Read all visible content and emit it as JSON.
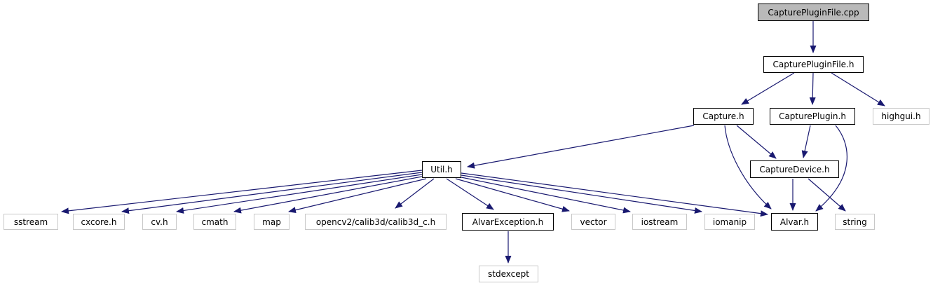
{
  "diagram": {
    "kind": "include-dependency-graph",
    "background": "#ffffff",
    "edge_color": "#191970",
    "main_node_fill": "#b9b9b9",
    "internal_border_color": "#000000",
    "external_border_color": "#c8c8c8"
  },
  "nodes": [
    {
      "id": "capturepluginfile-cpp",
      "label": "CapturePluginFile.cpp",
      "kind": "main"
    },
    {
      "id": "capturepluginfile-h",
      "label": "CapturePluginFile.h",
      "kind": "internal"
    },
    {
      "id": "capture-h",
      "label": "Capture.h",
      "kind": "internal"
    },
    {
      "id": "captureplugin-h",
      "label": "CapturePlugin.h",
      "kind": "internal"
    },
    {
      "id": "highgui-h",
      "label": "highgui.h",
      "kind": "external"
    },
    {
      "id": "util-h",
      "label": "Util.h",
      "kind": "internal"
    },
    {
      "id": "capturedevice-h",
      "label": "CaptureDevice.h",
      "kind": "internal"
    },
    {
      "id": "sstream",
      "label": "sstream",
      "kind": "external"
    },
    {
      "id": "cxcore-h",
      "label": "cxcore.h",
      "kind": "external"
    },
    {
      "id": "cv-h",
      "label": "cv.h",
      "kind": "external"
    },
    {
      "id": "cmath",
      "label": "cmath",
      "kind": "external"
    },
    {
      "id": "map",
      "label": "map",
      "kind": "external"
    },
    {
      "id": "opencv2-calib3d-c-h",
      "label": "opencv2/calib3d/calib3d_c.h",
      "kind": "external"
    },
    {
      "id": "alvarexception-h",
      "label": "AlvarException.h",
      "kind": "internal"
    },
    {
      "id": "vector",
      "label": "vector",
      "kind": "external"
    },
    {
      "id": "iostream",
      "label": "iostream",
      "kind": "external"
    },
    {
      "id": "iomanip",
      "label": "iomanip",
      "kind": "external"
    },
    {
      "id": "alvar-h",
      "label": "Alvar.h",
      "kind": "internal"
    },
    {
      "id": "string",
      "label": "string",
      "kind": "external"
    },
    {
      "id": "stdexcept",
      "label": "stdexcept",
      "kind": "external"
    }
  ],
  "edges": [
    {
      "from": "CapturePluginFile.cpp",
      "to": "CapturePluginFile.h"
    },
    {
      "from": "CapturePluginFile.h",
      "to": "Capture.h"
    },
    {
      "from": "CapturePluginFile.h",
      "to": "CapturePlugin.h"
    },
    {
      "from": "CapturePluginFile.h",
      "to": "highgui.h"
    },
    {
      "from": "Capture.h",
      "to": "Util.h"
    },
    {
      "from": "Capture.h",
      "to": "CaptureDevice.h"
    },
    {
      "from": "Capture.h",
      "to": "Alvar.h"
    },
    {
      "from": "CapturePlugin.h",
      "to": "CaptureDevice.h"
    },
    {
      "from": "CapturePlugin.h",
      "to": "Alvar.h"
    },
    {
      "from": "CaptureDevice.h",
      "to": "Alvar.h"
    },
    {
      "from": "CaptureDevice.h",
      "to": "string"
    },
    {
      "from": "Util.h",
      "to": "sstream"
    },
    {
      "from": "Util.h",
      "to": "cxcore.h"
    },
    {
      "from": "Util.h",
      "to": "cv.h"
    },
    {
      "from": "Util.h",
      "to": "cmath"
    },
    {
      "from": "Util.h",
      "to": "map"
    },
    {
      "from": "Util.h",
      "to": "opencv2/calib3d/calib3d_c.h"
    },
    {
      "from": "Util.h",
      "to": "AlvarException.h"
    },
    {
      "from": "Util.h",
      "to": "vector"
    },
    {
      "from": "Util.h",
      "to": "iostream"
    },
    {
      "from": "Util.h",
      "to": "iomanip"
    },
    {
      "from": "Util.h",
      "to": "Alvar.h"
    },
    {
      "from": "AlvarException.h",
      "to": "stdexcept"
    }
  ]
}
